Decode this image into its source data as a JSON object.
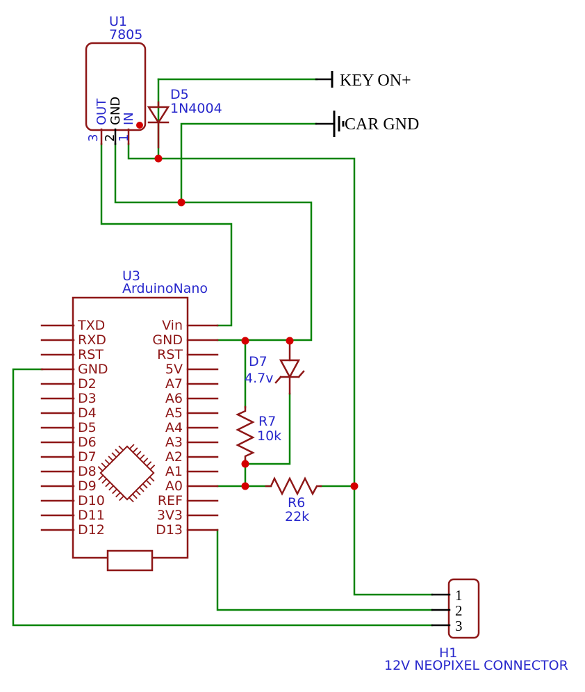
{
  "colors": {
    "background": "#ffffff",
    "wire_green": "#088408",
    "symbol_maroon": "#8e1717",
    "junction_red": "#d40000",
    "label_blue": "#2828cc",
    "text_black": "#000000"
  },
  "net_labels": {
    "key_on_plus": "KEY ON+",
    "car_gnd": "CAR GND"
  },
  "components": {
    "u1": {
      "ref": "U1",
      "value": "7805",
      "pin_names": [
        "OUT",
        "GND",
        "IN"
      ],
      "pin_numbers": [
        "3",
        "2",
        "1"
      ]
    },
    "d5": {
      "ref": "D5",
      "value": "1N4004"
    },
    "u3": {
      "ref": "U3",
      "value": "ArduinoNano",
      "left_pins": [
        "TXD",
        "RXD",
        "RST",
        "GND",
        "D2",
        "D3",
        "D4",
        "D5",
        "D6",
        "D7",
        "D8",
        "D9",
        "D10",
        "D11",
        "D12"
      ],
      "right_pins": [
        "Vin",
        "GND",
        "RST",
        "5V",
        "A7",
        "A6",
        "A5",
        "A4",
        "A3",
        "A2",
        "A1",
        "A0",
        "REF",
        "3V3",
        "D13"
      ]
    },
    "d7": {
      "ref": "D7",
      "value": "4.7v"
    },
    "r7": {
      "ref": "R7",
      "value": "10k"
    },
    "r6": {
      "ref": "R6",
      "value": "22k"
    },
    "h1": {
      "ref": "H1",
      "value": "12V NEOPIXEL CONNECTOR",
      "pin_numbers": [
        "1",
        "2",
        "3"
      ]
    }
  }
}
